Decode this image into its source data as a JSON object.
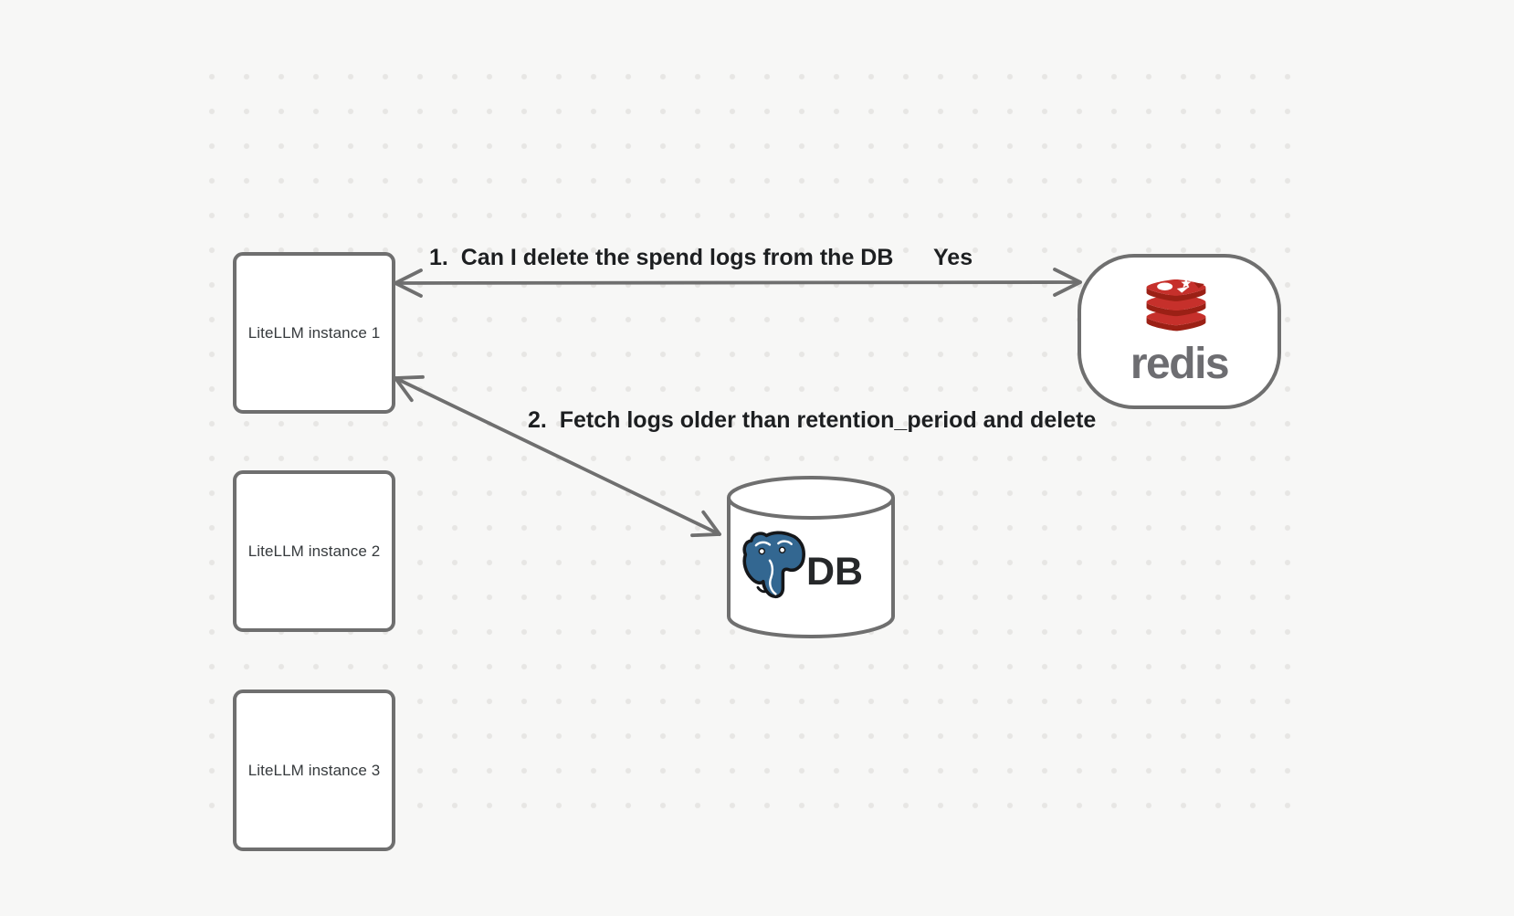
{
  "diagram": {
    "nodes": {
      "instance1": {
        "label": "LiteLLM instance 1"
      },
      "instance2": {
        "label": "LiteLLM instance 2"
      },
      "instance3": {
        "label": "LiteLLM instance 3"
      },
      "redis": {
        "wordmark": "redis"
      },
      "db": {
        "label": "DB"
      }
    },
    "edges": {
      "redis_query": {
        "label": "1.  Can I delete the spend logs from the DB",
        "response": "Yes",
        "from": "redis",
        "to": "instance1",
        "style": "double-headed-arrow"
      },
      "db_fetch": {
        "label": "2.  Fetch logs older than retention_period and delete",
        "from": "instance1",
        "to": "db",
        "style": "double-headed-arrow"
      }
    },
    "icons": {
      "redis_logo": "redis-stack-logo",
      "postgres_logo": "postgresql-elephant-logo",
      "db_shape": "database-cylinder"
    },
    "colors": {
      "background": "#f7f7f6",
      "grid_dot": "#e7e6e4",
      "shape_stroke": "#6f6f6f",
      "shape_fill": "#ffffff",
      "label_text": "#1d1f21",
      "box_text": "#363a3d",
      "redis_red": "#c6302b",
      "redis_dark_red": "#9b2015",
      "redis_wordmark_gray": "#6d6d71",
      "postgres_blue": "#336791",
      "db_text": "#26282a"
    }
  }
}
